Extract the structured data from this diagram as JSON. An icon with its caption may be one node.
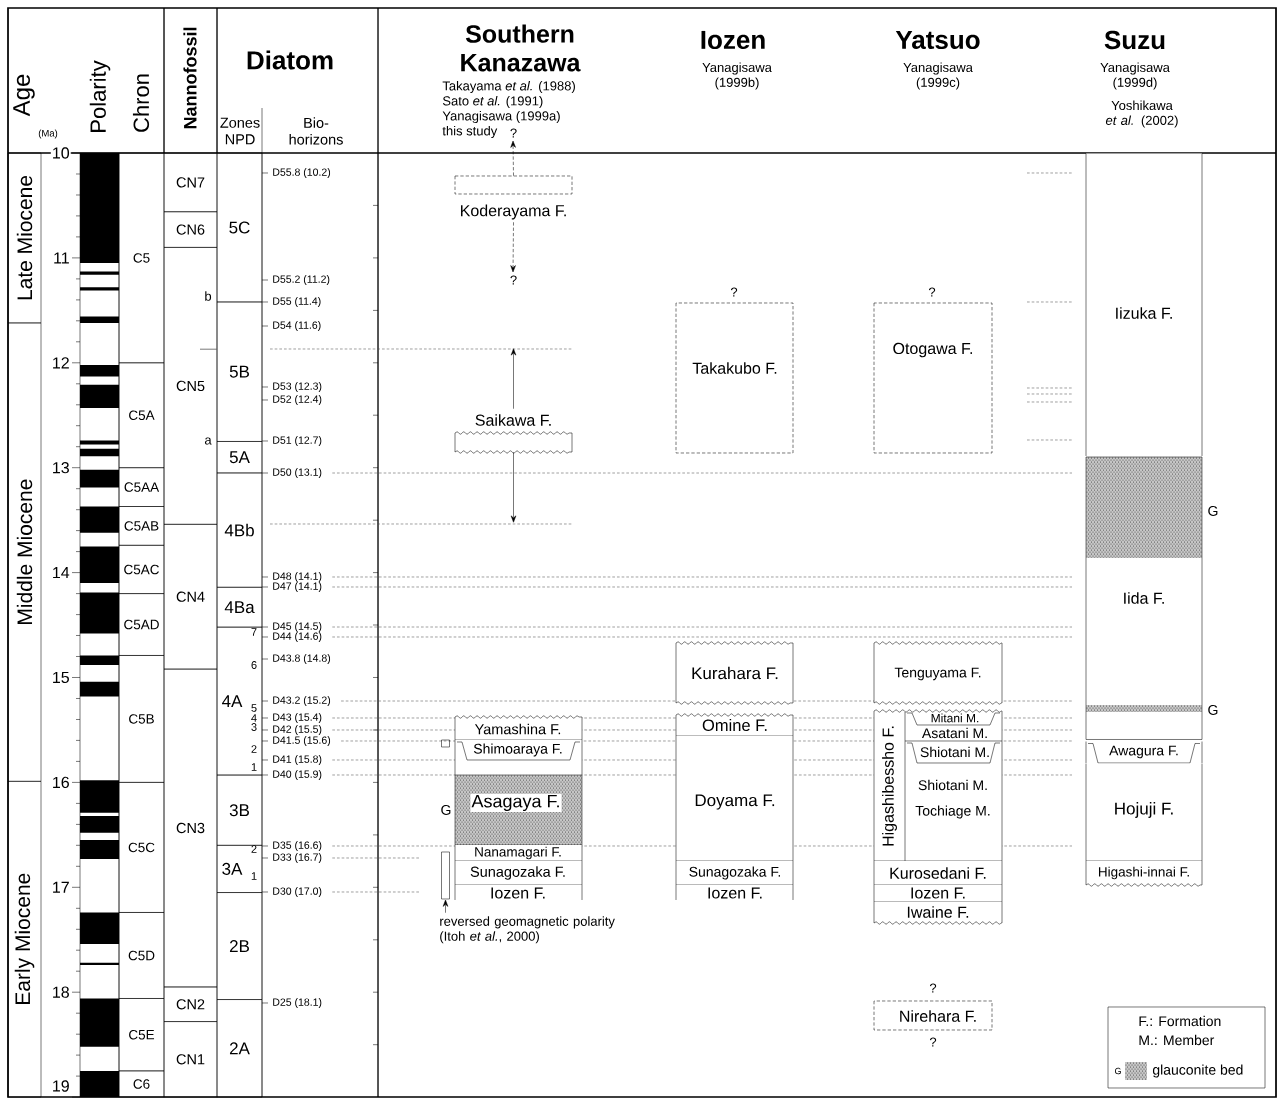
{
  "diagram": {
    "nodes": [
      {
        "text": [
          "Late Miocene"
        ]
      },
      {
        "text": [
          "Middle Miocene"
        ]
      },
      {
        "text": [
          "Early Miocene"
        ]
      },
      {
        "text": [
          "C5"
        ]
      },
      {
        "text": [
          "C5A"
        ]
      },
      {
        "text": [
          "C5AA"
        ]
      },
      {
        "text": [
          "C5AB"
        ]
      },
      {
        "text": [
          "C5AC"
        ]
      },
      {
        "text": [
          "C5AD"
        ]
      },
      {
        "text": [
          "C5B"
        ]
      },
      {
        "text": [
          "C5C"
        ]
      },
      {
        "text": [
          "C5D"
        ]
      },
      {
        "text": [
          "C5E"
        ]
      },
      {
        "text": [
          "C6"
        ]
      },
      {
        "text": [
          "CN7"
        ]
      },
      {
        "text": [
          "CN6"
        ]
      },
      {
        "text": [
          "CN5"
        ]
      },
      {
        "text": [
          "CN4"
        ]
      },
      {
        "text": [
          "CN3"
        ]
      },
      {
        "text": [
          "CN2"
        ]
      },
      {
        "text": [
          "CN1"
        ]
      },
      {
        "text": [
          "5C"
        ]
      },
      {
        "text": [
          "5B"
        ]
      },
      {
        "text": [
          "5A"
        ]
      },
      {
        "text": [
          "4Bb"
        ]
      },
      {
        "text": [
          "4Ba"
        ]
      },
      {
        "text": [
          "4A"
        ]
      },
      {
        "text": [
          "3B"
        ]
      },
      {
        "text": [
          "3A"
        ]
      },
      {
        "text": [
          "2B"
        ]
      },
      {
        "text": [
          "2A"
        ]
      },
      {
        "text": [
          "Koderayama F."
        ]
      },
      {
        "text": [
          "Saikawa F."
        ]
      },
      {
        "text": [
          "Yamashina F."
        ]
      },
      {
        "text": [
          "Shimoaraya F."
        ]
      },
      {
        "text": [
          "Asagaya F."
        ]
      },
      {
        "text": [
          "Nanamagari F."
        ]
      },
      {
        "text": [
          "Sunagozaka F."
        ]
      },
      {
        "text": [
          "Iozen F."
        ]
      },
      {
        "text": [],
        "shape": "bar"
      },
      {
        "text": [
          "reversed geomagnetic polarity (Itoh *et al.*, 2000)"
        ]
      },
      {
        "text": [
          "Takakubo F."
        ],
        "beside": [
          "?"
        ]
      },
      {
        "text": [
          "Kurahara F."
        ]
      },
      {
        "text": [
          "Omine F."
        ]
      },
      {
        "text": [
          "Doyama F."
        ]
      },
      {
        "text": [
          "Sunagozaka F."
        ]
      },
      {
        "text": [
          "Iozen F."
        ]
      },
      {
        "text": [
          "Otogawa F."
        ],
        "beside": [
          "?"
        ]
      },
      {
        "text": [
          "Tenguyama F."
        ]
      },
      {
        "text": [
          "Higashibessho F."
        ]
      },
      {
        "text": [
          "Mitani M."
        ],
        "in": 49
      },
      {
        "text": [
          "Asatani M."
        ],
        "in": 49
      },
      {
        "text": [
          "Shiotani M."
        ],
        "in": 49
      },
      {
        "text": [
          "Shiotani M.",
          "Tochiage M."
        ],
        "in": 49
      },
      {
        "text": [
          "Kurosedani F."
        ]
      },
      {
        "text": [
          "Iozen F."
        ]
      },
      {
        "text": [
          "Iwaine F."
        ]
      },
      {
        "text": [
          "Nirehara F."
        ],
        "beside": [
          "?",
          "?"
        ]
      },
      {
        "text": [
          "Iizuka F."
        ]
      },
      {
        "text": [
          "Iida F."
        ]
      },
      {
        "text": [
          "Awagura F."
        ]
      },
      {
        "text": [
          "Hojuji F."
        ]
      },
      {
        "text": [
          "Higashi-innai F."
        ]
      },
      {
        "text": [
          "?"
        ]
      },
      {
        "text": [
          "?"
        ]
      }
    ],
    "edges": [
      {
        "from": 31,
        "to": 63,
        "arrow": "to",
        "style": "dashed"
      },
      {
        "from": 31,
        "to": 64,
        "arrow": "to",
        "style": "dashed"
      },
      {
        "from": 32,
        "to": null,
        "arrow": "to"
      },
      {
        "from": 32,
        "to": null,
        "arrow": "to"
      },
      {
        "from": 40,
        "to": 39,
        "arrow": "to"
      }
    ],
    "labels": [
      "Age",
      "(Ma)",
      "Polarity",
      "Chron",
      "Nannofossil",
      "Diatom",
      "Zones NPD",
      "Bio- horizons",
      "Southern Kanazawa",
      "Takayama *et al.* (1988)",
      "Sato *et al.* (1991)",
      "Yanagisawa (1999a)",
      "this study",
      "Iozen",
      "Yanagisawa (1999b)",
      "Yatsuo",
      "Yanagisawa (1999c)",
      "Suzu",
      "Yanagisawa (1999d)",
      "Yoshikawa *et al.* (2002)",
      "10",
      "11",
      "12",
      "13",
      "14",
      "15",
      "16",
      "17",
      "18",
      "19",
      "D55.8 (10.2)",
      "D55.2 (11.2)",
      "D55 (11.4)",
      "D54 (11.6)",
      "D53 (12.3)",
      "D52 (12.4)",
      "D51 (12.7)",
      "D50 (13.1)",
      "D48 (14.1)",
      "D47 (14.1)",
      "D45 (14.5)",
      "D44 (14.6)",
      "D43.8 (14.8)",
      "D43.2 (15.2)",
      "D43 (15.4)",
      "D42 (15.5)",
      "D41.5 (15.6)",
      "D41 (15.8)",
      "D40 (15.9)",
      "D35 (16.6)",
      "D33 (16.7)",
      "D30 (17.0)",
      "D25 (18.1)",
      "b",
      "a",
      "7",
      "6",
      "5",
      "4",
      "3",
      "2",
      "1",
      "2",
      "1",
      "G",
      "G",
      "G",
      "G"
    ],
    "legend": [
      {
        "text": "F.: Formation"
      },
      {
        "text": "M.: Member"
      },
      {
        "text": "glauconite bed"
      }
    ]
  }
}
